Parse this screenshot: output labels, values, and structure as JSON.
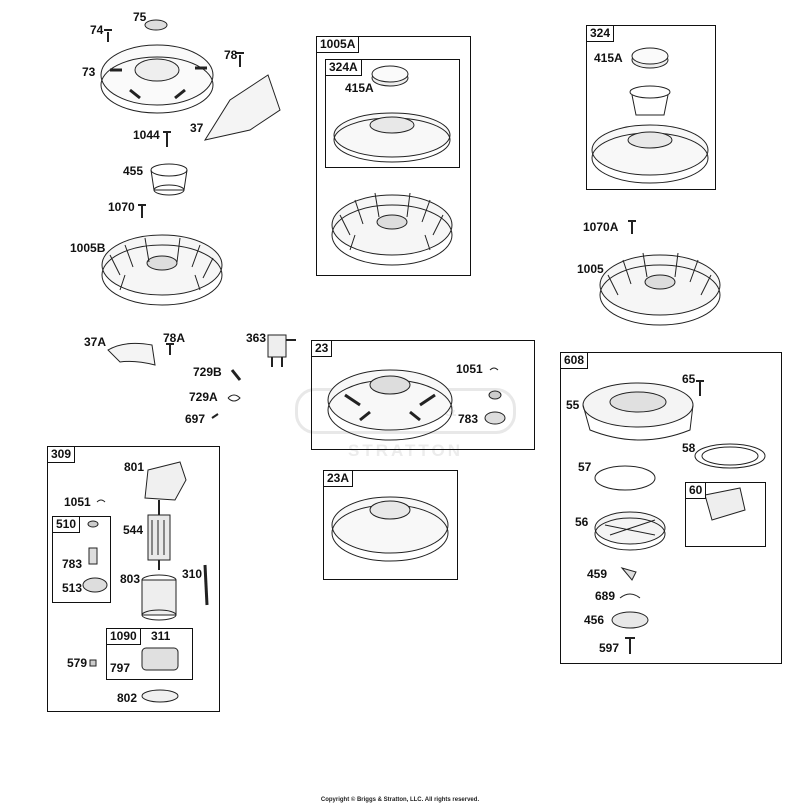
{
  "watermark": "BRIGGS & STRATTON",
  "copyright": "Copyright © Briggs & Stratton, LLC. All rights reserved.",
  "boxes": {
    "b1005A": "1005A",
    "b324A": "324A",
    "b324": "324",
    "b23": "23",
    "b23A": "23A",
    "b309": "309",
    "b510": "510",
    "b1090": "1090",
    "b608": "608",
    "b60": "60"
  },
  "labels": {
    "p75": "75",
    "p74": "74",
    "p78": "78",
    "p73": "73",
    "p37": "37",
    "p1044": "1044",
    "p455": "455",
    "p1070": "1070",
    "p1005B": "1005B",
    "p37A": "37A",
    "p78A": "78A",
    "p363": "363",
    "p729B": "729B",
    "p729A": "729A",
    "p697": "697",
    "p415A_a": "415A",
    "p415A_b": "415A",
    "p1070A": "1070A",
    "p1005": "1005",
    "p1051_a": "1051",
    "p783_a": "783",
    "p801": "801",
    "p1051_b": "1051",
    "p544": "544",
    "p783_b": "783",
    "p513": "513",
    "p803": "803",
    "p310": "310",
    "p311": "311",
    "p579": "579",
    "p797": "797",
    "p802": "802",
    "p65": "65",
    "p55": "55",
    "p58": "58",
    "p57": "57",
    "p56": "56",
    "p459": "459",
    "p689": "689",
    "p456": "456",
    "p597": "597"
  }
}
